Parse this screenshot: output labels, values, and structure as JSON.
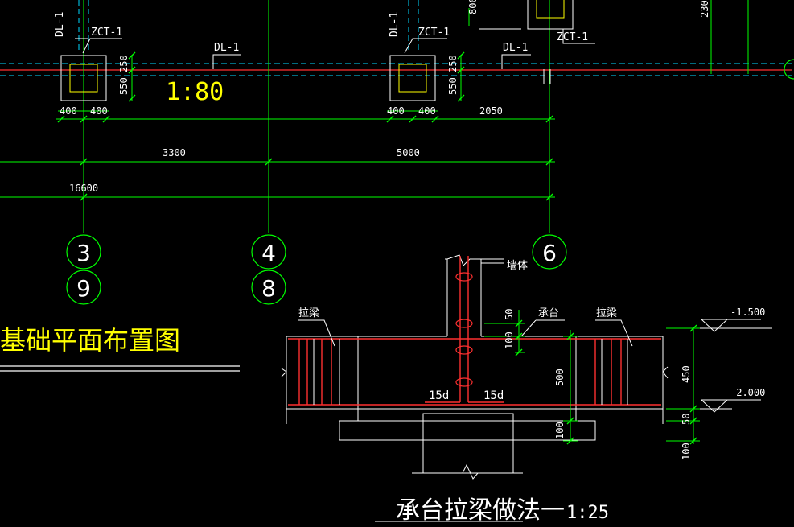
{
  "colors": {
    "background": "#000000",
    "grid_axis": "#00ff00",
    "dimension": "#00ff00",
    "beam_red": "#ff3030",
    "tie_beam_cyan": "#00d8ff",
    "outline_white": "#ffffff",
    "column_yellow": "#ffff00",
    "title_yellow": "#ffff00"
  },
  "plan": {
    "labels": {
      "dl1_a": "DL-1",
      "zct1_a": "ZCT-1",
      "dl1_b": "DL-1",
      "zct1_b": "ZCT-1",
      "dl1_c": "DL-1",
      "dl1_d": "DL-1",
      "zct1_c": "ZCT-1",
      "scale": "1:80"
    },
    "dims": {
      "pile_a_550": "550",
      "pile_a_250": "250",
      "pile_a_400_left": "400",
      "pile_a_400_right": "400",
      "pile_b_550": "550",
      "pile_b_250": "250",
      "pile_b_400_left": "400",
      "pile_b_400_right": "400",
      "span_2050": "2050",
      "span_3300": "3300",
      "span_5000": "5000",
      "total_16600": "16600",
      "top_800": "800",
      "top_230": "230"
    },
    "axis_bubbles": [
      {
        "label": "3"
      },
      {
        "label": "9"
      },
      {
        "label": "4"
      },
      {
        "label": "8"
      },
      {
        "label": "6"
      }
    ],
    "title": "基础平面布置图"
  },
  "section": {
    "labels": {
      "wall": "墙体",
      "tie_beam_left": "拉梁",
      "cap": "承台",
      "tie_beam_right": "拉梁",
      "anchor_left": "15d",
      "anchor_right": "15d"
    },
    "dims": {
      "d50_top": "50",
      "d100": "100",
      "d500": "500",
      "d100_bottom": "100",
      "d450": "450",
      "d50_right": "50",
      "d100_right": "100"
    },
    "levels": {
      "upper": "-1.500",
      "lower": "-2.000"
    },
    "title": "承台拉梁做法一",
    "scale": "1:25"
  }
}
